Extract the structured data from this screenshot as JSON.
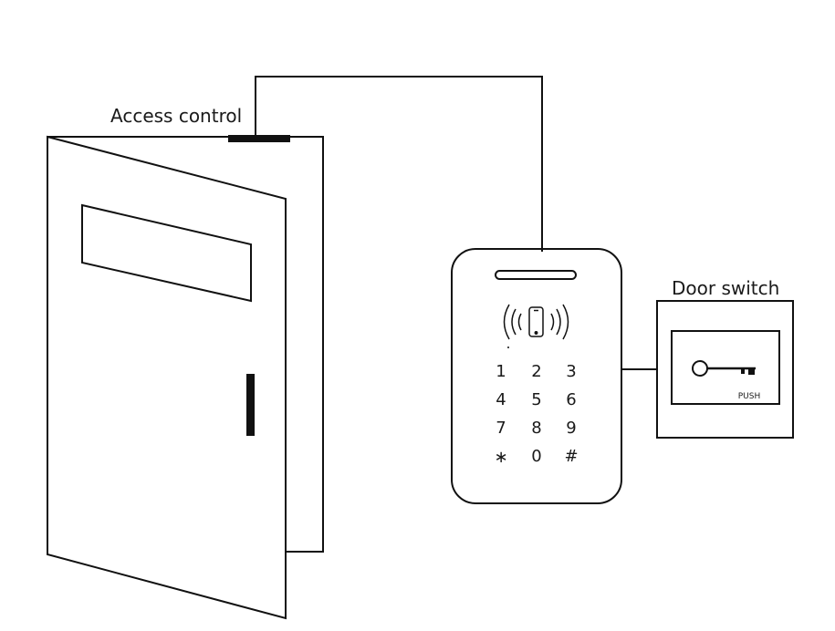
{
  "labels": {
    "access_control": "Access control",
    "door_switch": "Door switch",
    "push": "PUSH"
  },
  "keypad": {
    "keys": [
      "1",
      "2",
      "3",
      "4",
      "5",
      "6",
      "7",
      "8",
      "9",
      "∗",
      "0",
      "#"
    ]
  },
  "colors": {
    "line": "#111111",
    "background": "#ffffff"
  },
  "icons": {
    "nfc": "nfc-phone-icon",
    "key": "key-icon"
  }
}
